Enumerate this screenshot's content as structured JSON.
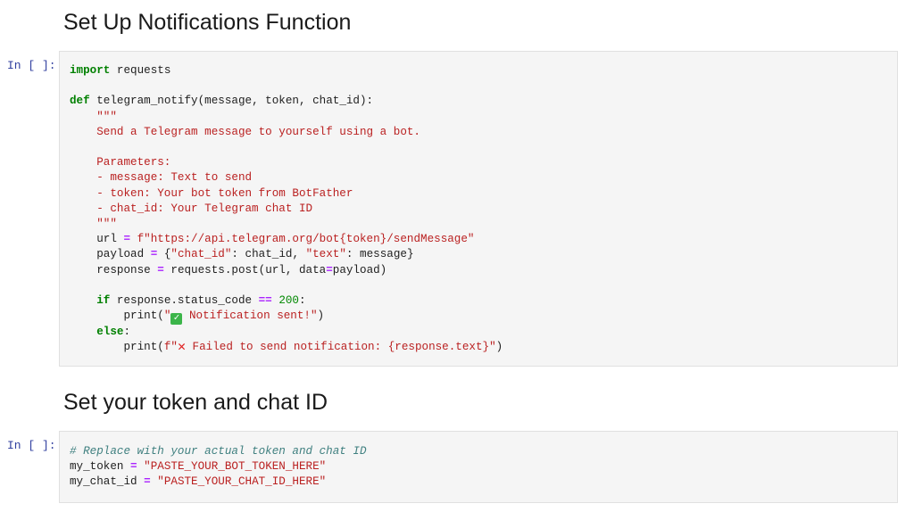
{
  "cells": [
    {
      "type": "markdown",
      "heading": "Set Up Notifications Function"
    },
    {
      "type": "code",
      "prompt": "In [ ]:",
      "lines": {
        "l1": "import",
        "l1b": " requests",
        "l3a": "def",
        "l3b": " telegram_notify(message, token, chat_id):",
        "l4": "\"\"\"",
        "l5": "Send a Telegram message to yourself using a bot.",
        "l7": "Parameters:",
        "l8": "- message: Text to send",
        "l9": "- token: Your bot token from BotFather",
        "l10": "- chat_id: Your Telegram chat ID",
        "l11": "\"\"\"",
        "l12a": "url ",
        "l12b": "=",
        "l12c": " f\"https://api.telegram.org/bot",
        "l12d": "{token}",
        "l12e": "/sendMessage\"",
        "l13a": "payload ",
        "l13b": "=",
        "l13c": " {",
        "l13d": "\"chat_id\"",
        "l13e": ": chat_id, ",
        "l13f": "\"text\"",
        "l13g": ": message}",
        "l14a": "response ",
        "l14b": "=",
        "l14c": " requests.post(url, data",
        "l14d": "=",
        "l14e": "payload)",
        "l16a": "if",
        "l16b": " response.status_code ",
        "l16c": "==",
        "l16d": " ",
        "l16e": "200",
        "l16f": ":",
        "l17a": "print(",
        "l17b": "\"",
        "l17c": "✓",
        "l17d": " Notification sent!\"",
        "l17e": ")",
        "l18a": "else",
        "l18b": ":",
        "l19a": "print(",
        "l19b": "f\"",
        "l19c": "✕",
        "l19d": " Failed to send notification: ",
        "l19e": "{response.text}",
        "l19f": "\"",
        "l19g": ")"
      }
    },
    {
      "type": "markdown",
      "heading": "Set your token and chat ID"
    },
    {
      "type": "code",
      "prompt": "In [ ]:",
      "lines": {
        "c1": "# Replace with your actual token and chat ID",
        "c2a": "my_token ",
        "c2b": "=",
        "c2c": " ",
        "c2d": "\"PASTE_YOUR_BOT_TOKEN_HERE\"",
        "c3a": "my_chat_id ",
        "c3b": "=",
        "c3c": " ",
        "c3d": "\"PASTE_YOUR_CHAT_ID_HERE\""
      }
    }
  ]
}
